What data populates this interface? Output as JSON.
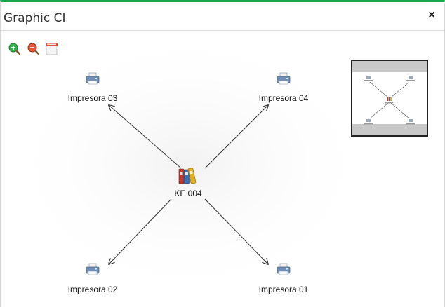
{
  "dialog": {
    "title": "Graphic CI",
    "close_glyph": "×"
  },
  "toolbar": {
    "zoom_in_icon": "zoom-in-icon",
    "zoom_out_icon": "zoom-out-icon",
    "export_icon": "export-image-icon"
  },
  "graph": {
    "center": {
      "label": "KE 004",
      "icon": "binders-icon"
    },
    "nodes": [
      {
        "label": "Impresora 03",
        "icon": "printer-icon"
      },
      {
        "label": "Impresora 04",
        "icon": "printer-icon"
      },
      {
        "label": "Impresora 02",
        "icon": "printer-icon"
      },
      {
        "label": "Impresora 01",
        "icon": "printer-icon"
      }
    ]
  },
  "colors": {
    "accent": "#1aa84b",
    "edge": "#333333"
  }
}
